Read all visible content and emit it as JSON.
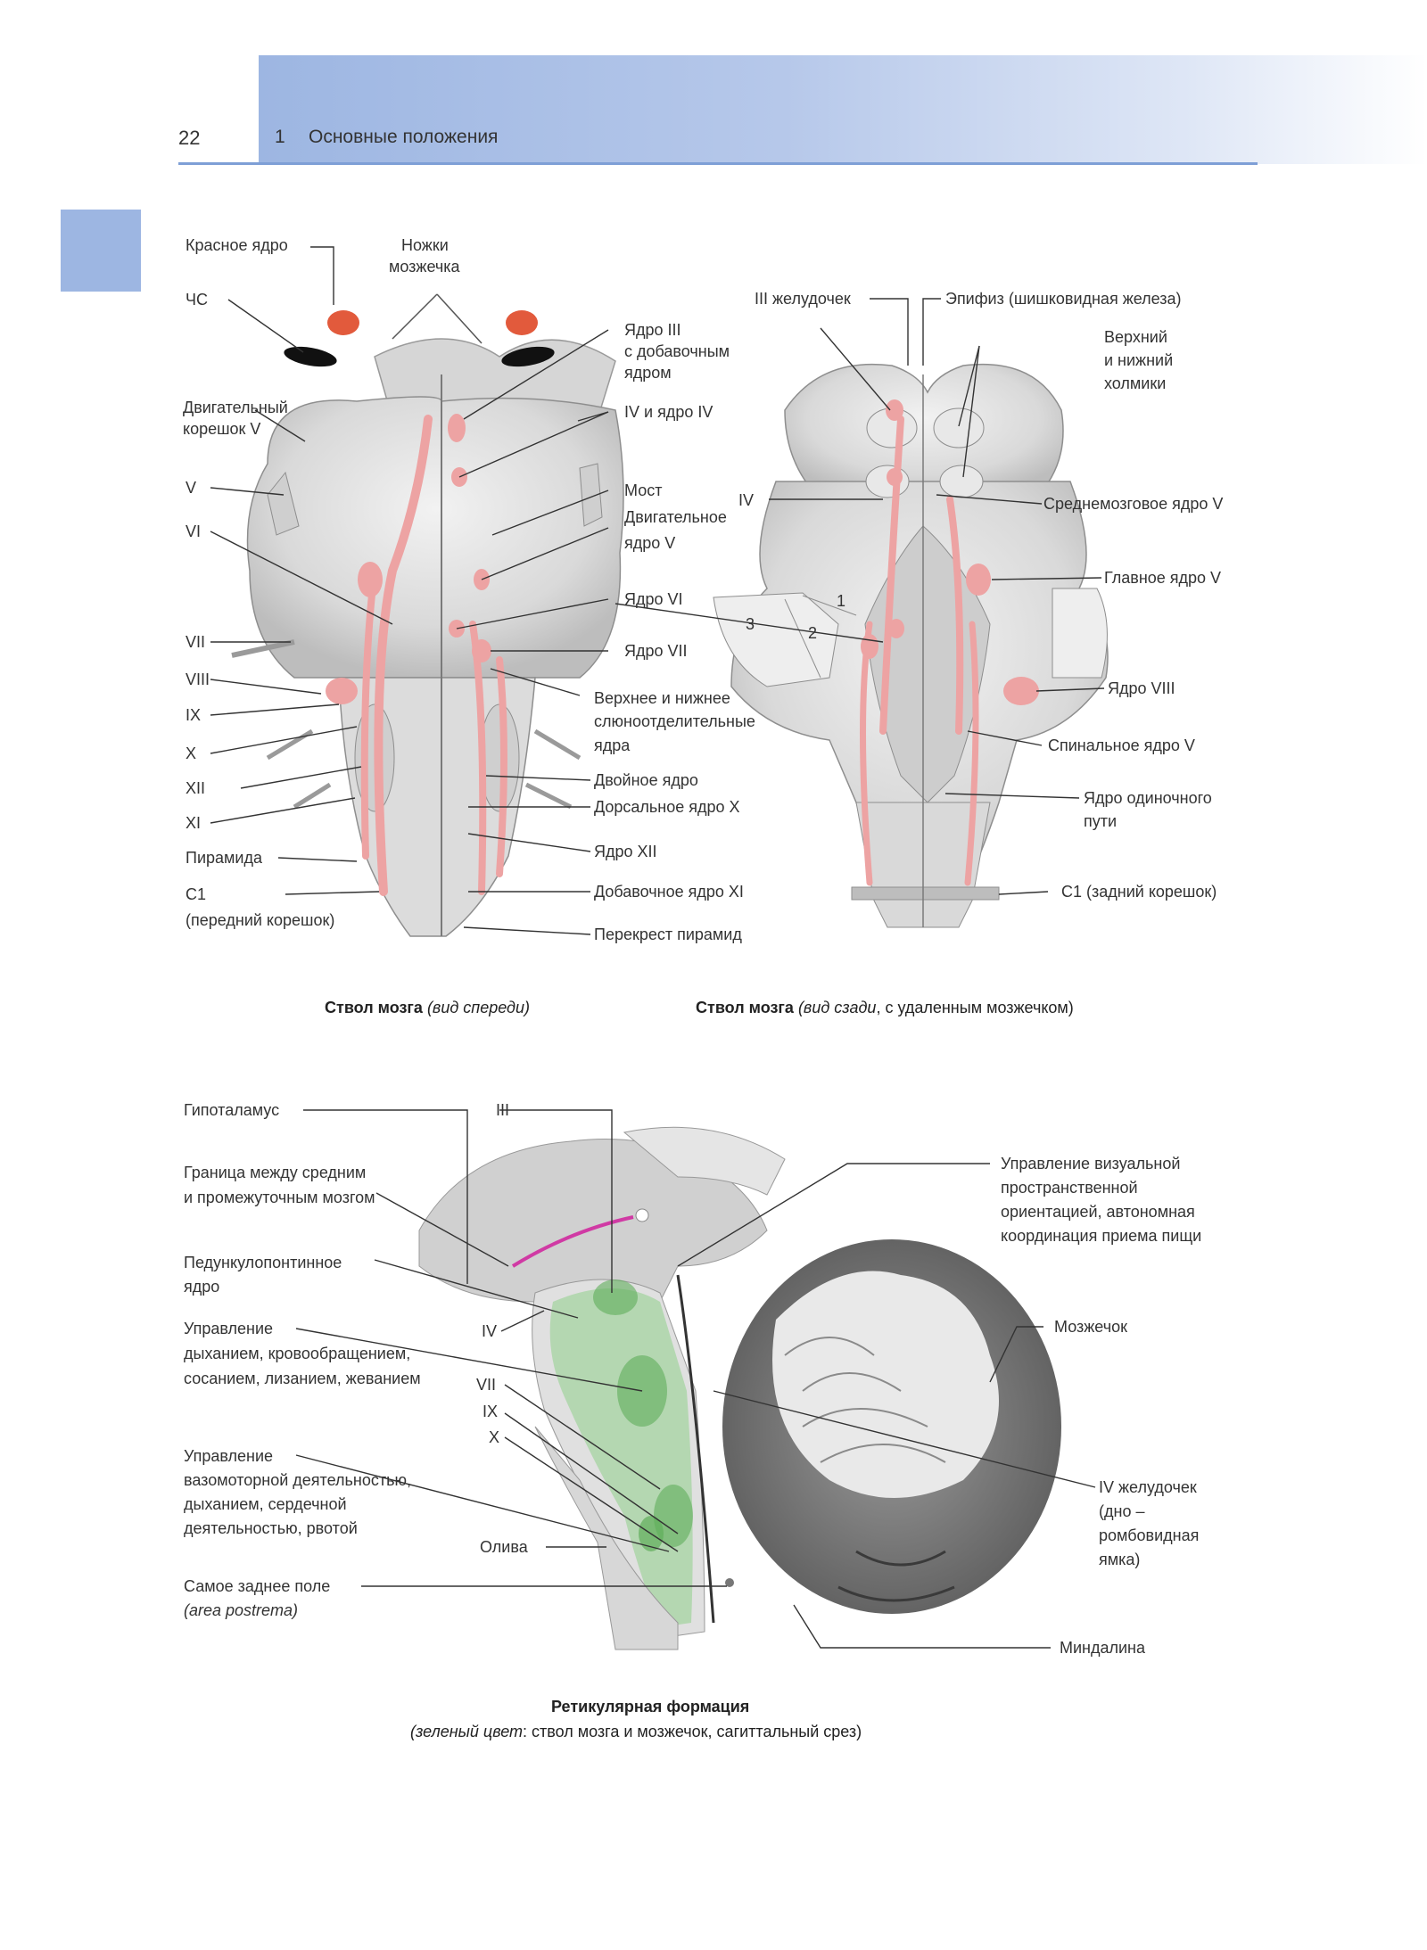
{
  "header": {
    "page_number": "22",
    "chapter_number": "1",
    "chapter_title": "Основные положения"
  },
  "figure_front": {
    "labels": {
      "krasnoe": "Красное ядро",
      "chs": "ЧС",
      "nozhki_1": "Ножки",
      "nozhki_2": "мозжечка",
      "dvig_koreshok_1": "Двигательный",
      "dvig_koreshok_2": "корешок V",
      "v": "V",
      "vi": "VI",
      "vii": "VII",
      "viii": "VIII",
      "ix": "IX",
      "x": "X",
      "xii": "XII",
      "xi": "XI",
      "piramida": "Пирамида",
      "c1_1": "С1",
      "c1_2": "(передний корешок)",
      "yadro3_1": "Ядро III",
      "yadro3_2": "с добавочным",
      "yadro3_3": "ядром",
      "iv_yadro": "IV и ядро IV",
      "most": "Мост",
      "dvig_yadro_1": "Двигательное",
      "dvig_yadro_2": "ядро V",
      "yadro6": "Ядро VI",
      "yadro7": "Ядро VII",
      "sliun_1": "Верхнее и нижнее",
      "sliun_2": "слюноотделительные",
      "sliun_3": "ядра",
      "dvoinoe": "Двойное ядро",
      "dorsalnoe": "Дорсальное ядро X",
      "yadro12": "Ядро XII",
      "dobavochnoe": "Добавочное ядро XI",
      "perekrest": "Перекрест пирамид"
    },
    "caption_bold": "Ствол мозга",
    "caption_italic": "(вид спереди)"
  },
  "figure_back": {
    "labels": {
      "iii_zheludochek": "III желудочек",
      "epifiz": "Эпифиз (шишковидная железа)",
      "holmiki_1": "Верхний",
      "holmiki_2": "и нижний",
      "holmiki_3": "холмики",
      "iv": "IV",
      "srednemozg": "Среднемозговое ядро V",
      "glavnoe": "Главное ядро V",
      "num1": "1",
      "num2": "2",
      "num3": "3",
      "yadro8": "Ядро VIII",
      "spinalnoe": "Спинальное ядро V",
      "odinoch_1": "Ядро одиночного",
      "odinoch_2": "пути",
      "c1_zad": "С1 (задний корешок)"
    },
    "caption_bold": "Ствол мозга",
    "caption_italic_1": "(вид сзади",
    "caption_rest": ", с удаленным мозжечком)"
  },
  "figure_reticular": {
    "labels": {
      "gipotalamus": "Гипоталамус",
      "granica_1": "Граница между средним",
      "granica_2": "и промежуточным мозгом",
      "pedunk_1": "Педункулопонтинное",
      "pedunk_2": "ядро",
      "upr_dyh_1": "Управление",
      "upr_dyh_2": "дыханием, кровообращением,",
      "upr_dyh_3": "сосанием, лизанием, жеванием",
      "iii": "III",
      "iv": "IV",
      "vii": "VII",
      "ix": "IX",
      "x": "X",
      "upr_vaso_1": "Управление",
      "upr_vaso_2": "вазомоторной деятельностью,",
      "upr_vaso_3": "дыханием, сердечной",
      "upr_vaso_4": "деятельностью, рвотой",
      "oliva": "Олива",
      "area_1": "Самое заднее поле",
      "area_2": "(area postrema)",
      "upr_viz_1": "Управление визуальной",
      "upr_viz_2": "пространственной",
      "upr_viz_3": "ориентацией, автономная",
      "upr_viz_4": "координация приема пищи",
      "mozzhechok": "Мозжечок",
      "iv_zhel_1": "IV желудочек",
      "iv_zhel_2": "(дно –",
      "iv_zhel_3": "ромбовидная",
      "iv_zhel_4": "ямка)",
      "mindalina": "Миндалина"
    },
    "caption_title": "Ретикулярная формация",
    "caption_italic": "(зеленый цвет",
    "caption_rest": ": ствол мозга и мозжечок, сагиттальный срез)"
  },
  "colors": {
    "header_band": "#9db6e2",
    "nucleus_red": "#e25a3c",
    "nucleus_pink": "#eda3a3",
    "reticular_green": "#8fd08a",
    "magenta_line": "#d03aa4"
  }
}
